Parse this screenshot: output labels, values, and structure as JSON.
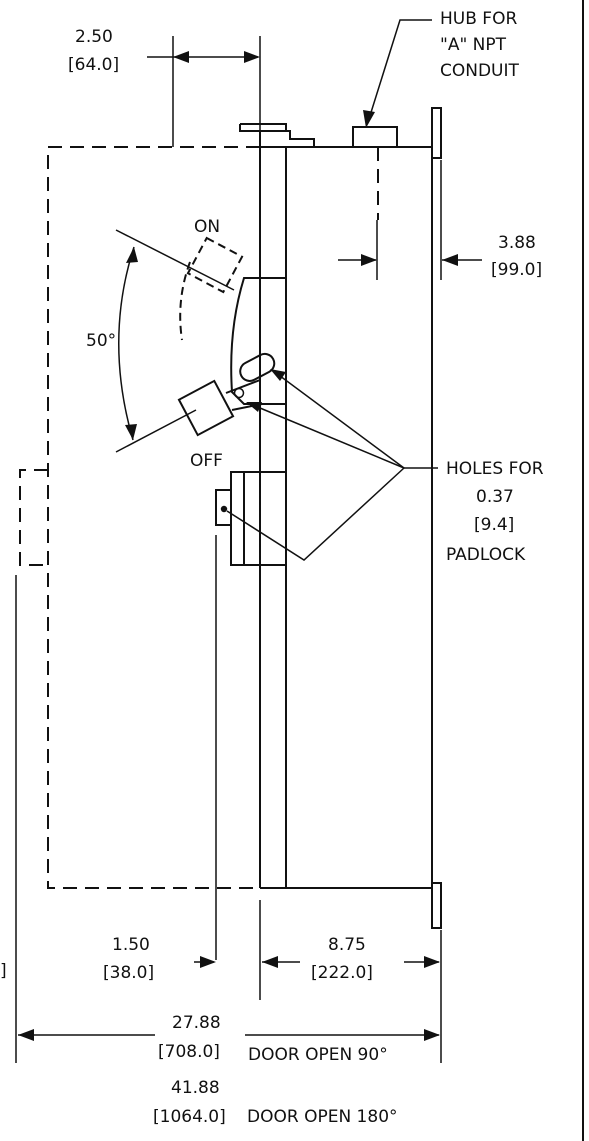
{
  "labels": {
    "dim_top_in": "2.50",
    "dim_top_mm": "[64.0]",
    "hub_line1": "HUB FOR",
    "hub_line2": "\"A\" NPT",
    "hub_line3": "CONDUIT",
    "dim_right_in": "3.88",
    "dim_right_mm": "[99.0]",
    "on": "ON",
    "angle": "50°",
    "off": "OFF",
    "holes_line1": "HOLES FOR",
    "holes_line2": "0.37",
    "holes_line3": "[9.4]",
    "holes_line4": "PADLOCK",
    "dim_150_in": "1.50",
    "dim_150_mm": "[38.0]",
    "dim_875_in": "8.75",
    "dim_875_mm": "[222.0]",
    "dim_2788_in": "27.88",
    "dim_2788_mm": "[708.0]",
    "door90": "DOOR OPEN 90°",
    "dim_4188_in": "41.88",
    "dim_4188_mm": "[1064.0]",
    "door180": "DOOR OPEN 180°",
    "edge_bracket": "]"
  }
}
